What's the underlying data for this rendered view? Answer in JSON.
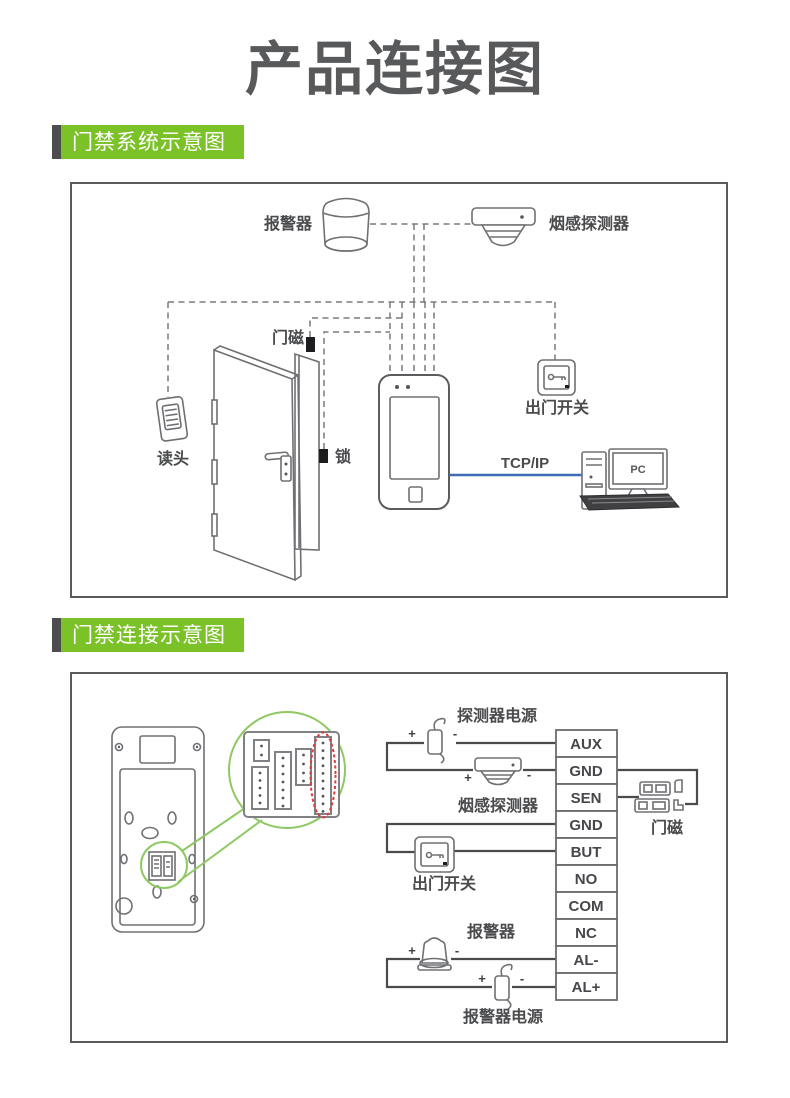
{
  "page": {
    "title": "产品连接图"
  },
  "sections": [
    {
      "label": "门禁系统示意图"
    },
    {
      "label": "门禁连接示意图"
    }
  ],
  "diagram1": {
    "alarm_label": "报警器",
    "smoke_label": "烟感探测器",
    "door_magnet_label": "门磁",
    "reader_label": "读头",
    "lock_label": "锁",
    "exit_switch_label": "出门开关",
    "tcpip_label": "TCP/IP",
    "pc_label": "PC"
  },
  "diagram2": {
    "detector_power_label": "探测器电源",
    "smoke_label": "烟感探测器",
    "exit_switch_label": "出门开关",
    "alarm_label": "报警器",
    "alarm_power_label": "报警器电源",
    "door_magnet_label": "门磁",
    "terminals": [
      "AUX",
      "GND",
      "SEN",
      "GND",
      "BUT",
      "NO",
      "COM",
      "NC",
      "AL-",
      "AL+"
    ],
    "plus": "+",
    "minus": "-"
  },
  "colors": {
    "accent_green": "#7bc229",
    "label_bar_dark": "#4d4d4f",
    "wire_blue": "#3c6cb4",
    "highlight_red": "#e23a3a",
    "title_gray": "#58595b"
  }
}
